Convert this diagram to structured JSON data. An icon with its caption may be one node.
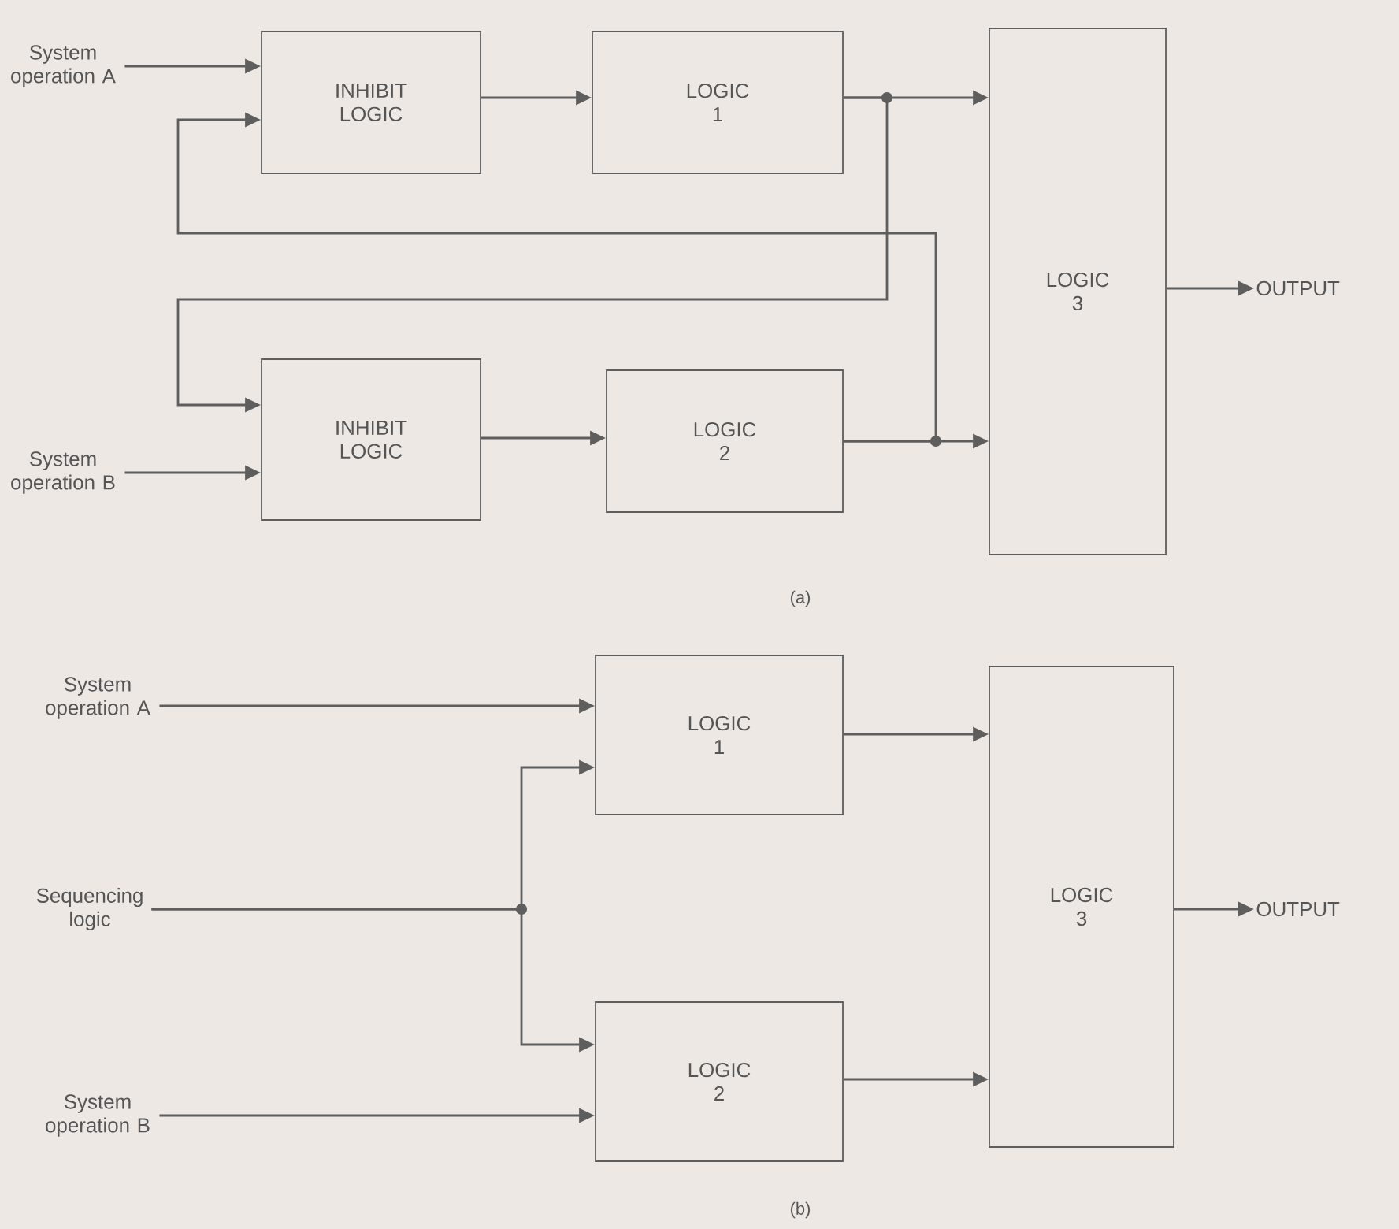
{
  "diagram": {
    "nodes": [
      {
        "text": [
          "System operation A"
        ]
      },
      {
        "text": [
          "INHIBIT LOGIC"
        ]
      },
      {
        "text": [
          "LOGIC 1"
        ]
      },
      {
        "text": [
          "LOGIC 3"
        ]
      },
      {
        "text": [
          "OUTPUT"
        ]
      },
      {
        "text": [
          "System operation B"
        ]
      },
      {
        "text": [
          "INHIBIT LOGIC"
        ]
      },
      {
        "text": [
          "LOGIC 2"
        ]
      },
      {
        "text": [
          "System operation A"
        ]
      },
      {
        "text": [
          "LOGIC 1"
        ]
      },
      {
        "text": [
          "LOGIC 3"
        ]
      },
      {
        "text": [
          "OUTPUT"
        ]
      },
      {
        "text": [
          "Sequencing logic"
        ]
      },
      {
        "text": [
          "System operation B"
        ]
      },
      {
        "text": [
          "LOGIC 2"
        ]
      }
    ],
    "edges": [
      {
        "from": 0,
        "to": 1,
        "arrow": "to"
      },
      {
        "from": 5,
        "to": 6,
        "arrow": "to"
      },
      {
        "from": 1,
        "to": 2,
        "arrow": "to"
      },
      {
        "from": 2,
        "to": 3,
        "arrow": "to"
      },
      {
        "from": 2,
        "to": 6,
        "arrow": "to"
      },
      {
        "from": 6,
        "to": 7,
        "arrow": "to"
      },
      {
        "from": 7,
        "to": 3,
        "arrow": "to"
      },
      {
        "from": 7,
        "to": 1,
        "arrow": "to"
      },
      {
        "from": 3,
        "to": 4,
        "arrow": "to"
      },
      {
        "from": 8,
        "to": 9,
        "arrow": "to"
      },
      {
        "from": 12,
        "to": 9,
        "arrow": "to"
      },
      {
        "from": 12,
        "to": 14,
        "arrow": "to"
      },
      {
        "from": 13,
        "to": 14,
        "arrow": "to"
      },
      {
        "from": 9,
        "to": 10,
        "arrow": "to"
      },
      {
        "from": 14,
        "to": 10,
        "arrow": "to"
      },
      {
        "from": 10,
        "to": 11,
        "arrow": "to"
      }
    ],
    "labels": [
      "(a)",
      "(b)"
    ]
  }
}
